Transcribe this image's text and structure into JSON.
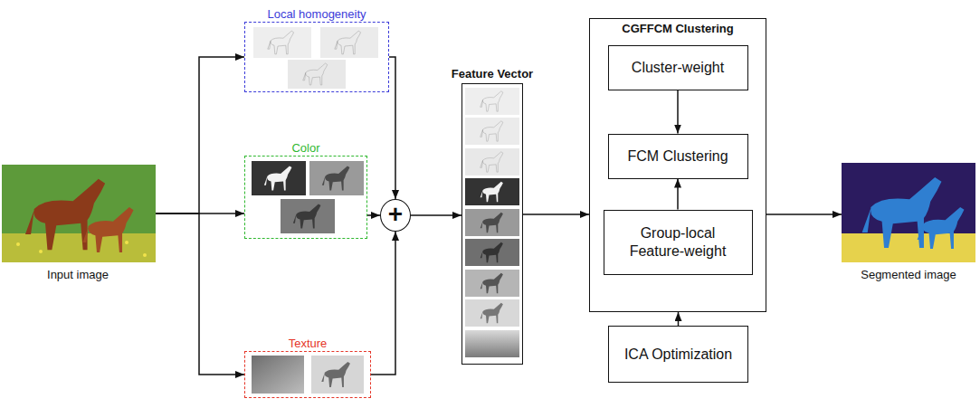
{
  "diagram": {
    "nodes": [
      {
        "text": [
          "Input image"
        ]
      },
      {
        "text": [
          "Local homogeneity"
        ]
      },
      {
        "text": [
          "Color"
        ]
      },
      {
        "text": [
          "Texture"
        ]
      },
      {
        "text": [
          "+"
        ]
      },
      {
        "text": [
          "Feature Vector"
        ]
      },
      {
        "text": [
          "CGFFCM Clustering"
        ]
      },
      {
        "text": [
          "Cluster-weight"
        ],
        "in": 6
      },
      {
        "text": [
          "FCM Clustering"
        ],
        "in": 6
      },
      {
        "text": [
          "Group-local Feature-weight"
        ],
        "in": 6
      },
      {
        "text": [
          "ICA Optimization"
        ]
      },
      {
        "text": [
          "Segmented image"
        ]
      }
    ],
    "edges": [
      {
        "from": 0,
        "to": 1,
        "arrow": "to"
      },
      {
        "from": 0,
        "to": 2,
        "arrow": "to"
      },
      {
        "from": 0,
        "to": 3,
        "arrow": "to"
      },
      {
        "from": 1,
        "to": 4,
        "arrow": "to"
      },
      {
        "from": 2,
        "to": 4,
        "arrow": "to"
      },
      {
        "from": 3,
        "to": 4,
        "arrow": "to"
      },
      {
        "from": 4,
        "to": 5,
        "arrow": "to"
      },
      {
        "from": 5,
        "to": 6,
        "arrow": "to"
      },
      {
        "from": 7,
        "to": 8,
        "arrow": "to"
      },
      {
        "from": 9,
        "to": 8,
        "arrow": "to"
      },
      {
        "from": 10,
        "to": 6,
        "arrow": "to"
      },
      {
        "from": 6,
        "to": 11,
        "arrow": "to"
      }
    ]
  }
}
